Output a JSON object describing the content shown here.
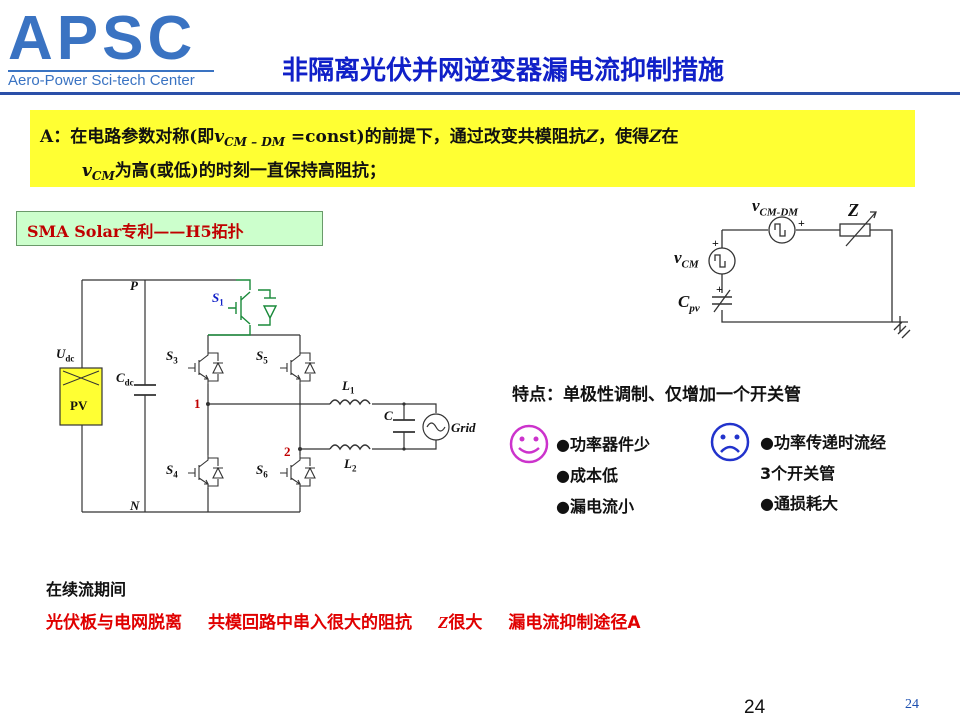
{
  "logo": {
    "text": "APSC",
    "subtitle": "Aero-Power Sci-tech Center",
    "color": "#3a73c2"
  },
  "title": "非隔离光伏并网逆变器漏电流抑制措施",
  "point_a": {
    "prefix": "A：在电路参数对称(即",
    "v": "v",
    "v_sub": "CM – DM",
    "mid1": " =const)的前提下，通过改变共模阻抗",
    "z1": "Z",
    "mid2": "，使得",
    "z2": "Z",
    "suffix1": "在",
    "v2": "v",
    "v2_sub": "CM",
    "suffix2": "为高(或低)的时刻一直保持高阻抗；",
    "bg_color": "#ffff33"
  },
  "sma_label": "SMA Solar专利——H5拓扑",
  "circuit": {
    "P": "P",
    "N": "N",
    "Udc": "U",
    "Udc_sub": "dc",
    "Cdc": "C",
    "Cdc_sub": "dc",
    "PV": "PV",
    "S1": "S",
    "S1_sub": "1",
    "S3": "S",
    "S3_sub": "3",
    "S5": "S",
    "S5_sub": "5",
    "S4": "S",
    "S4_sub": "4",
    "S6": "S",
    "S6_sub": "6",
    "node1": "1",
    "node2": "2",
    "L1": "L",
    "L1_sub": "1",
    "L2": "L",
    "L2_sub": "2",
    "C": "C",
    "Grid": "Grid"
  },
  "equiv": {
    "vcmdm": "v",
    "vcmdm_sub": "CM-DM",
    "Z": "Z",
    "vcm": "v",
    "vcm_sub": "CM",
    "cpv": "C",
    "cpv_sub": "pv",
    "plus": "+"
  },
  "features": {
    "heading": "特点：单极性调制、仅增加一个开关管",
    "pros": [
      "●功率器件少",
      "●成本低",
      "●漏电流小"
    ],
    "cons_line1": "●功率传递时流经",
    "cons_line2": "3个开关管",
    "cons_line3": "●通损耗大"
  },
  "bottom": {
    "heading": "在续流期间",
    "red_1": "光伏板与电网脱离",
    "red_2": "共模回路中串入很大的阻抗",
    "red_z": "Z",
    "red_3": "很大",
    "red_4": "漏电流抑制途径A"
  },
  "page": {
    "big": "24",
    "small": "24"
  },
  "colors": {
    "title": "#1020c8",
    "red": "#c00000",
    "smile": "#cc33cc",
    "sad": "#2233cc",
    "green_wire": "#1a8a3a"
  }
}
